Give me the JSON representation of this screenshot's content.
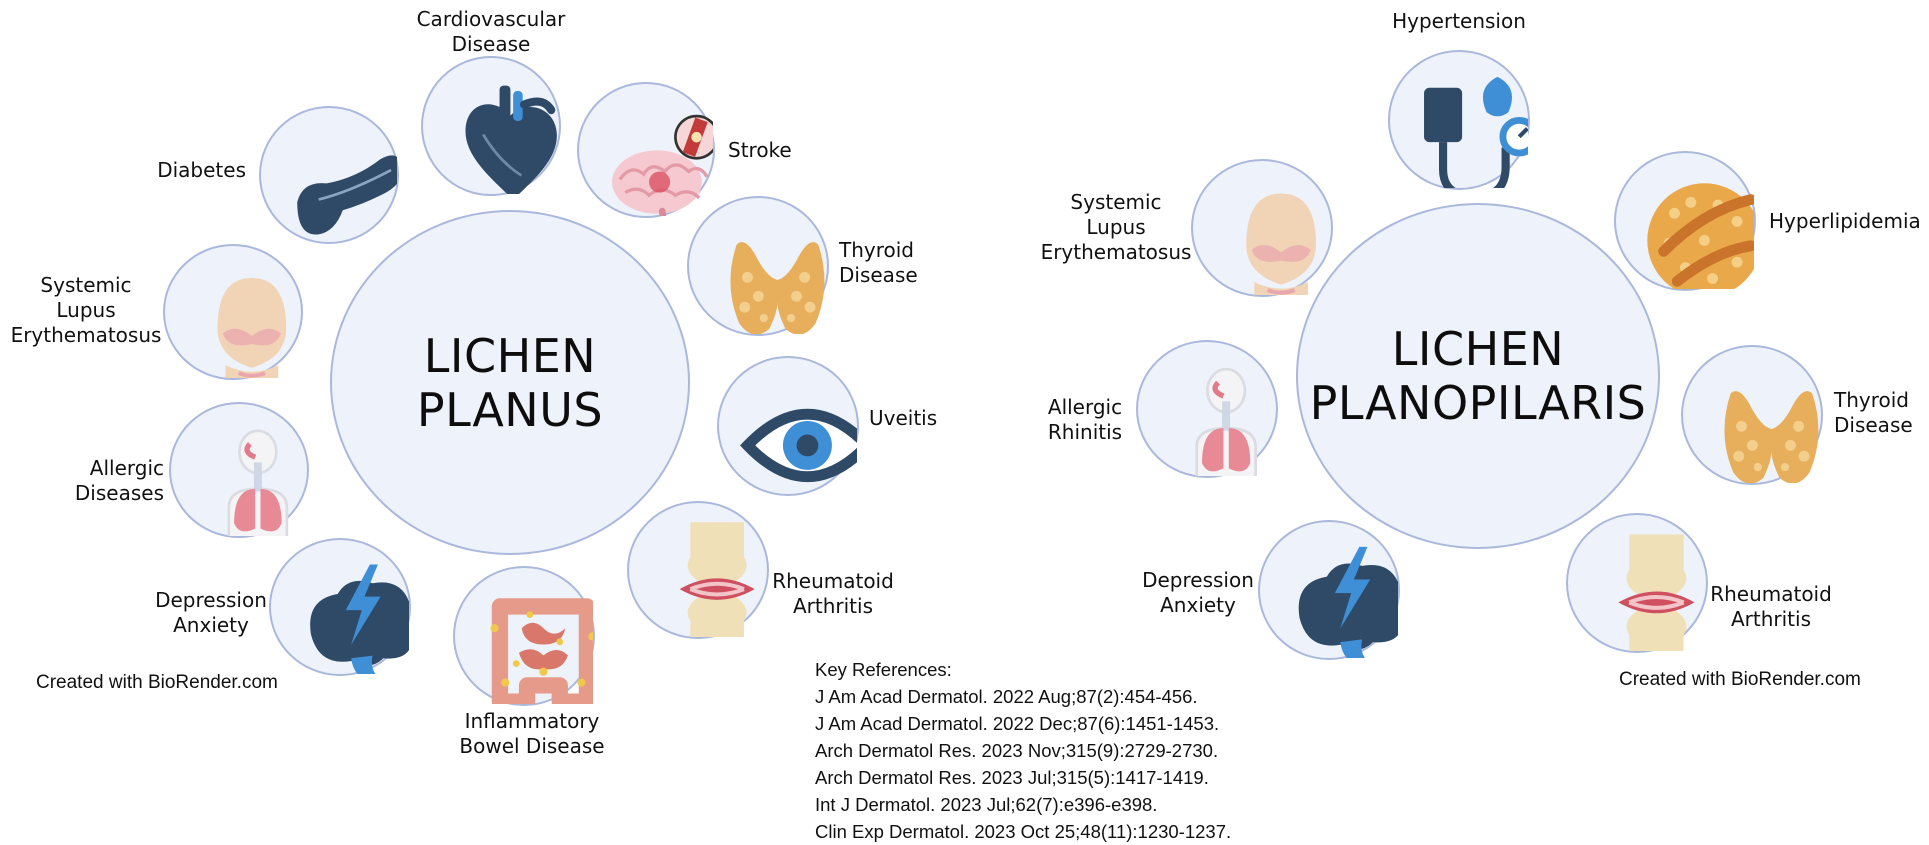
{
  "lichen_planus": {
    "title_line1": "LICHEN",
    "title_line2": "PLANUS",
    "credit": "Created with BioRender.com",
    "items": [
      {
        "key": "cardio",
        "lines": [
          "Cardiovascular",
          "Disease"
        ],
        "icon": "heart-icon"
      },
      {
        "key": "stroke",
        "lines": [
          "Stroke"
        ],
        "icon": "brain-stroke-icon"
      },
      {
        "key": "diabetes",
        "lines": [
          "Diabetes"
        ],
        "icon": "pancreas-icon"
      },
      {
        "key": "thyroid",
        "lines": [
          "Thyroid",
          "Disease"
        ],
        "icon": "thyroid-icon"
      },
      {
        "key": "sle",
        "lines": [
          "Systemic",
          "Lupus",
          "Erythematosus"
        ],
        "icon": "face-rash-icon"
      },
      {
        "key": "uveitis",
        "lines": [
          "Uveitis"
        ],
        "icon": "eye-icon"
      },
      {
        "key": "allergic",
        "lines": [
          "Allergic",
          "Diseases"
        ],
        "icon": "respiratory-system-icon"
      },
      {
        "key": "ra",
        "lines": [
          "Rheumatoid",
          "Arthritis"
        ],
        "icon": "inflamed-joint-icon"
      },
      {
        "key": "depression",
        "lines": [
          "Depression",
          "Anxiety"
        ],
        "icon": "brain-lightning-icon"
      },
      {
        "key": "ibd",
        "lines": [
          "Inflammatory",
          "Bowel Disease"
        ],
        "icon": "intestine-icon"
      }
    ]
  },
  "lichen_planopilaris": {
    "title_line1": "LICHEN",
    "title_line2": "PLANOPILARIS",
    "credit": "Created with BioRender.com",
    "items": [
      {
        "key": "hypertension",
        "lines": [
          "Hypertension"
        ],
        "icon": "blood-pressure-monitor-icon"
      },
      {
        "key": "sle",
        "lines": [
          "Systemic",
          "Lupus",
          "Erythematosus"
        ],
        "icon": "face-rash-icon"
      },
      {
        "key": "hyperlipidemia",
        "lines": [
          "Hyperlipidemia"
        ],
        "icon": "lipid-cell-icon"
      },
      {
        "key": "allergic",
        "lines": [
          "Allergic",
          "Rhinitis"
        ],
        "icon": "respiratory-system-icon"
      },
      {
        "key": "thyroid",
        "lines": [
          "Thyroid",
          "Disease"
        ],
        "icon": "thyroid-icon"
      },
      {
        "key": "depression",
        "lines": [
          "Depression",
          "Anxiety"
        ],
        "icon": "brain-lightning-icon"
      },
      {
        "key": "ra",
        "lines": [
          "Rheumatoid",
          "Arthritis"
        ],
        "icon": "inflamed-joint-icon"
      }
    ]
  },
  "references": {
    "heading": "Key References:",
    "list": [
      "J Am Acad Dermatol. 2022 Aug;87(2):454-456.",
      "J Am Acad Dermatol. 2022 Dec;87(6):1451-1453.",
      "Arch Dermatol Res. 2023 Nov;315(9):2729-2730.",
      "Arch Dermatol Res. 2023 Jul;315(5):1417-1419.",
      "Int J Dermatol. 2023 Jul;62(7):e396-e398.",
      "Clin Exp Dermatol. 2023 Oct 25;48(11):1230-1237."
    ]
  },
  "colors": {
    "circle_fill": "#eef2fa",
    "circle_border": "#aab8dc",
    "icon_navy": "#2f4a66",
    "icon_blue": "#3f8fd6",
    "skin": "#f1d3b6",
    "gland": "#e7ae5c",
    "inflamed": "#cf5060"
  }
}
